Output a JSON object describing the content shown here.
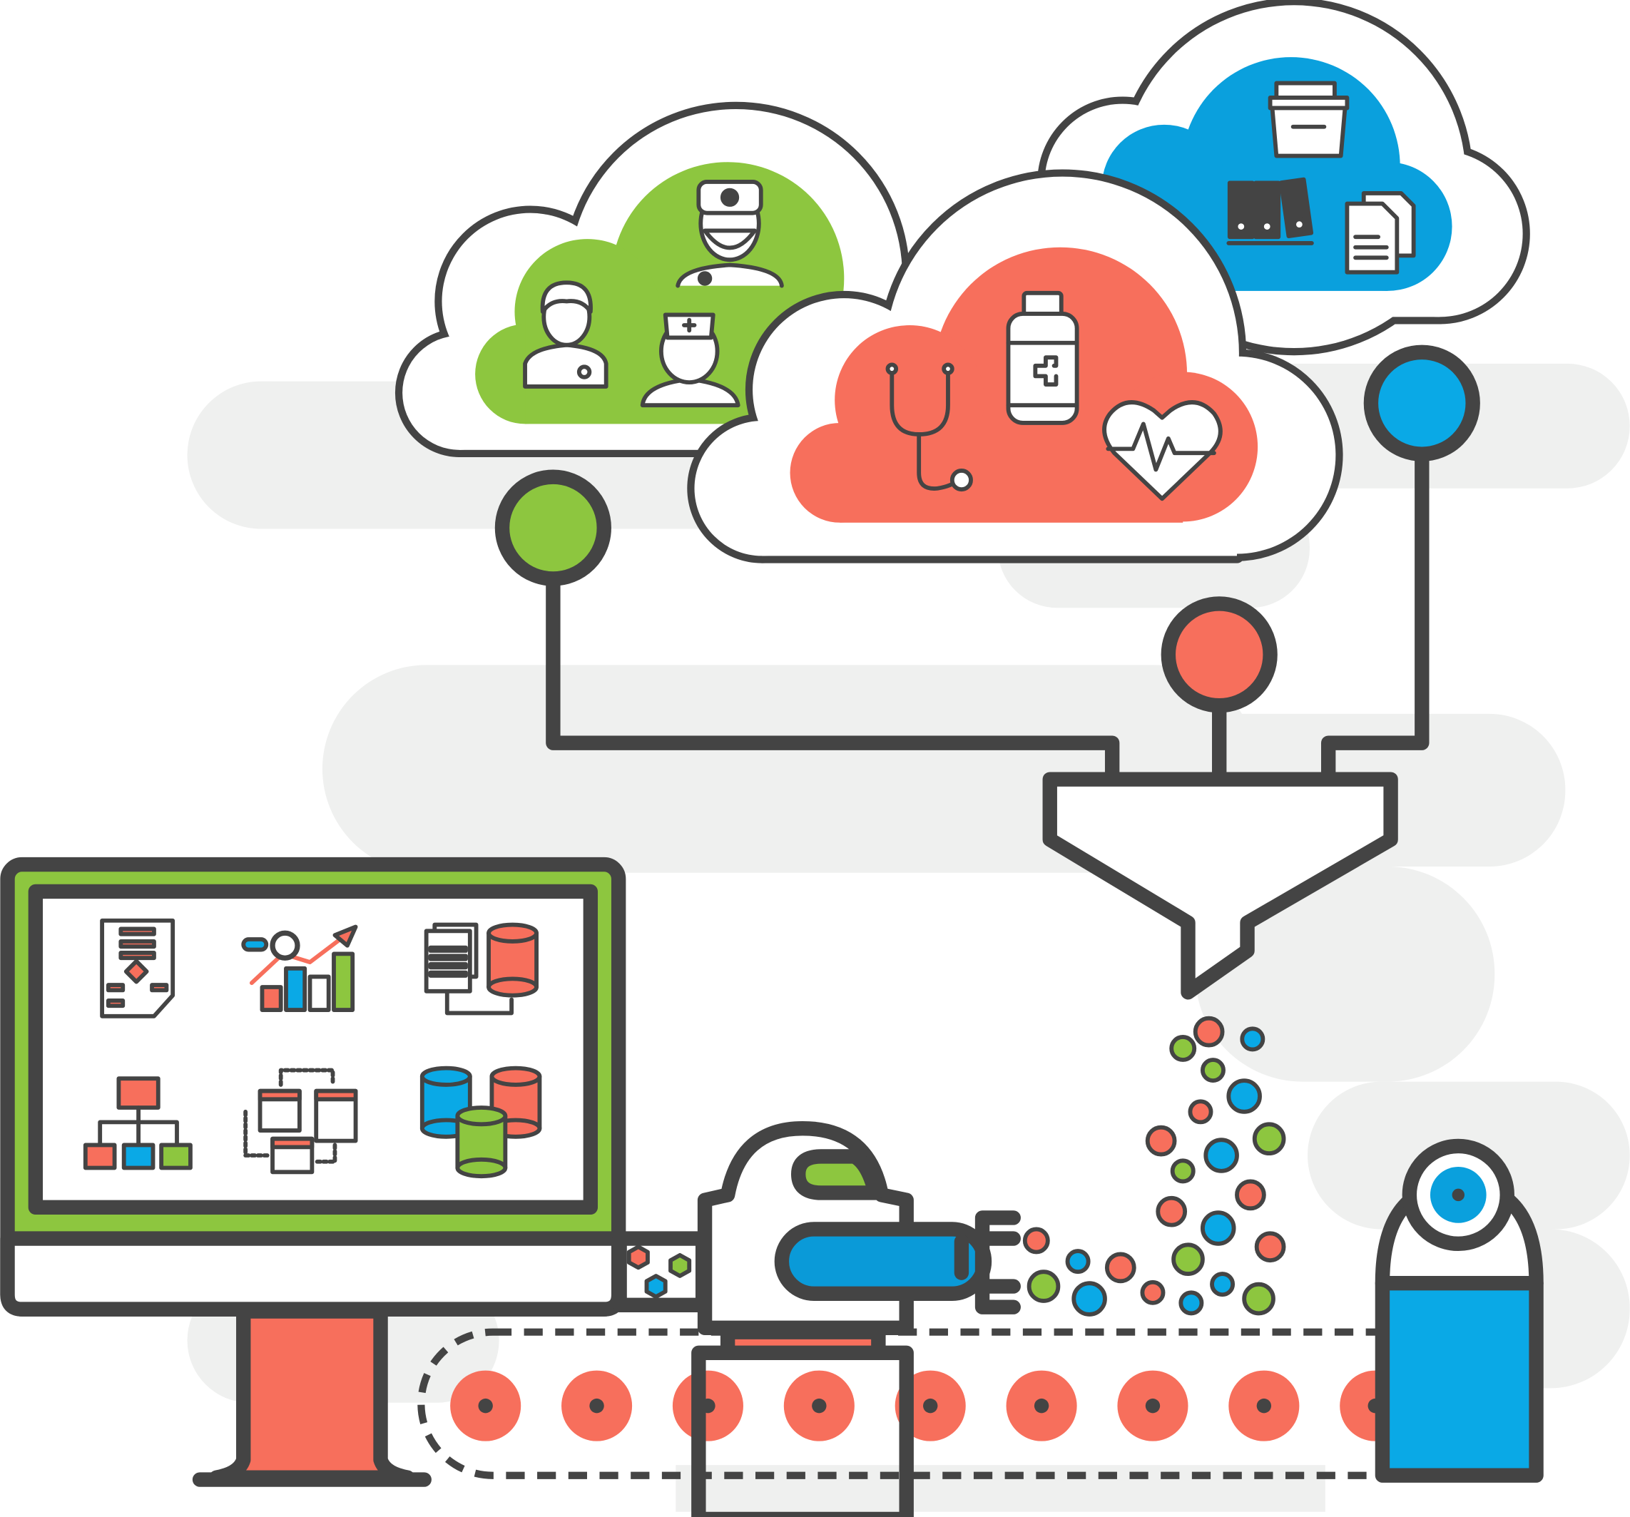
{
  "colors": {
    "outline": "#444444",
    "background_blob": "#eff0ef",
    "green": "#8dc63f",
    "blue": "#0aa9e6",
    "red": "#f76f5c",
    "white": "#ffffff"
  },
  "clouds": [
    {
      "color": "green",
      "icons": [
        "doctor-icon",
        "surgeon-icon",
        "nurse-icon"
      ]
    },
    {
      "color": "blue",
      "icons": [
        "file-box-icon",
        "binders-icon",
        "documents-icon"
      ]
    },
    {
      "color": "red",
      "icons": [
        "stethoscope-icon",
        "medicine-bottle-icon",
        "heart-rate-icon"
      ]
    }
  ],
  "monitor_icons": [
    "flowchart-icon",
    "analytics-chart-icon",
    "documents-to-database-icon",
    "folder-hierarchy-icon",
    "table-sync-icon",
    "database-cluster-icon"
  ]
}
